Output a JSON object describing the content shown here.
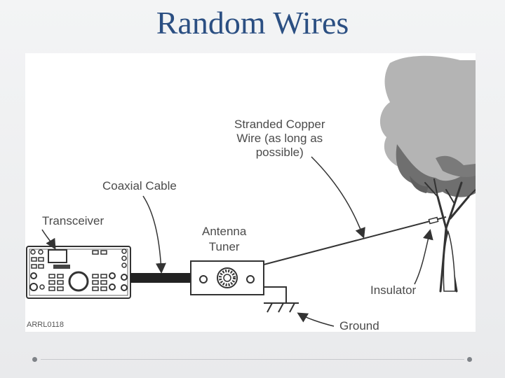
{
  "slide": {
    "title": "Random Wires"
  },
  "diagram": {
    "labels": {
      "stranded_wire": "Stranded Copper\nWire (as long as\npossible)",
      "coaxial_cable": "Coaxial Cable",
      "transceiver": "Transceiver",
      "antenna_tuner": "Antenna\nTuner",
      "insulator": "Insulator",
      "ground": "Ground",
      "credit": "ARRL0118"
    },
    "colors": {
      "ink": "#333333",
      "foliage_light": "#a9a9a9",
      "foliage_dark": "#6f6f6f",
      "title": "#2b4f82"
    },
    "icons": [
      "tree-icon",
      "transceiver-icon",
      "antenna-tuner-icon",
      "ground-symbol-icon"
    ]
  }
}
